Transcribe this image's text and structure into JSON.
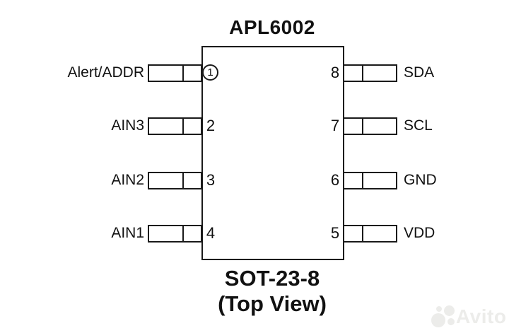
{
  "title": "APL6002",
  "package": "SOT-23-8",
  "view": "(Top View)",
  "pins": {
    "left": [
      {
        "number": "1",
        "label": "Alert/ADDR",
        "circled": true
      },
      {
        "number": "2",
        "label": "AIN3",
        "circled": false
      },
      {
        "number": "3",
        "label": "AIN2",
        "circled": false
      },
      {
        "number": "4",
        "label": "AIN1",
        "circled": false
      }
    ],
    "right": [
      {
        "number": "8",
        "label": "SDA",
        "circled": false
      },
      {
        "number": "7",
        "label": "SCL",
        "circled": false
      },
      {
        "number": "6",
        "label": "GND",
        "circled": false
      },
      {
        "number": "5",
        "label": "VDD",
        "circled": false
      }
    ]
  },
  "colors": {
    "line": "#1a1a1a",
    "text": "#111111",
    "background": "#ffffff",
    "watermark": "#ececea"
  },
  "watermark": {
    "text": "Avito",
    "logo": "avito-circles-icon"
  }
}
